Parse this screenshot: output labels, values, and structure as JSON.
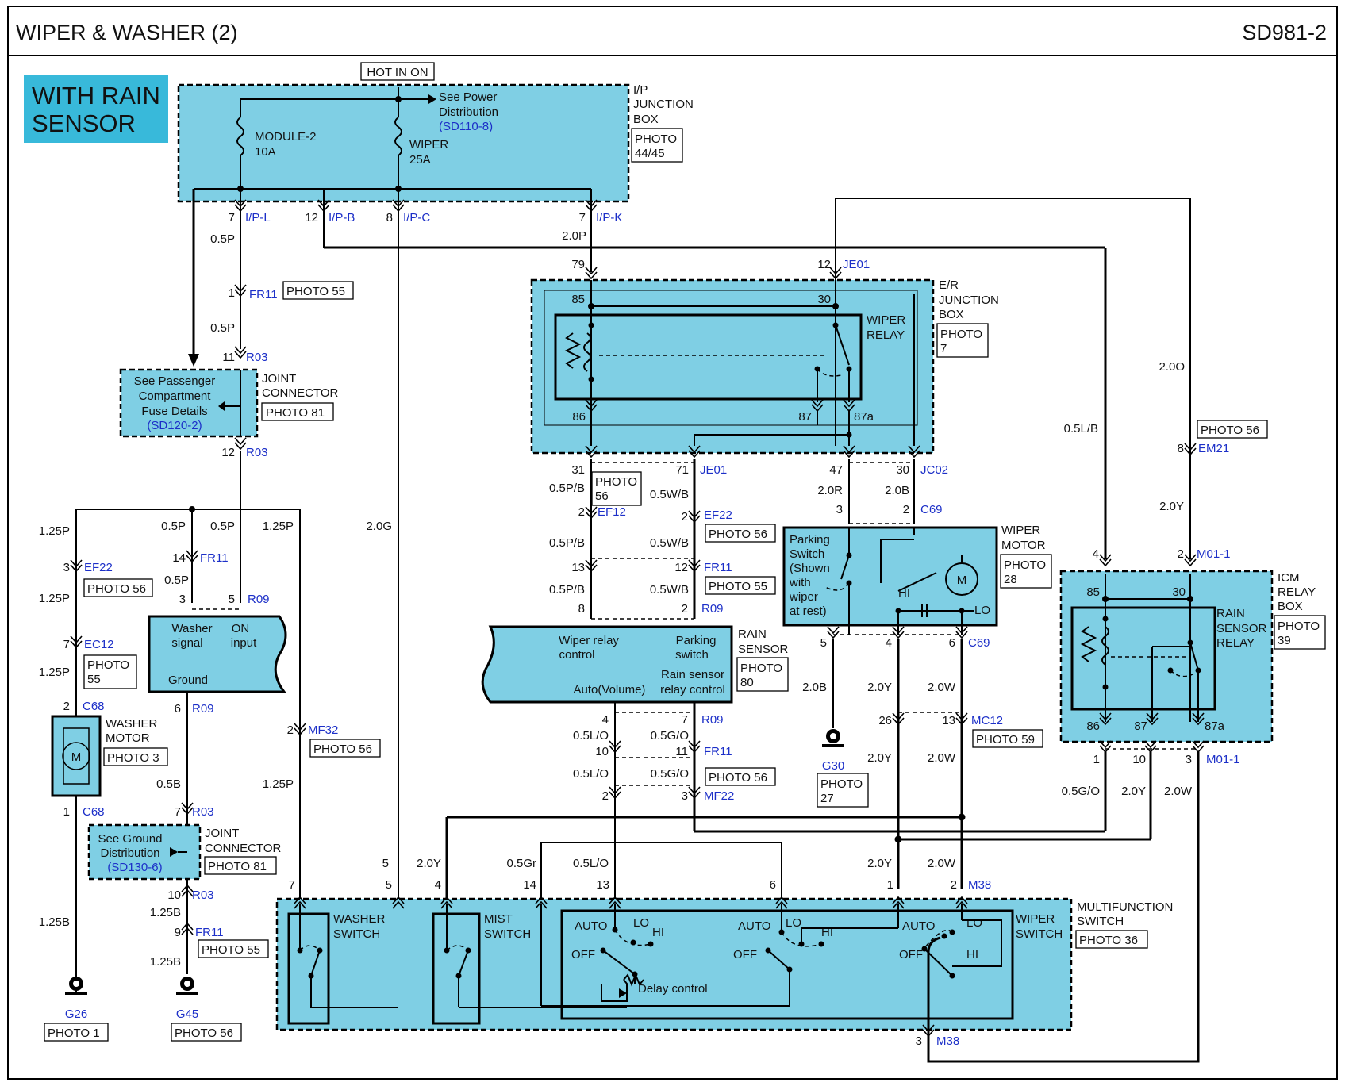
{
  "header": {
    "title": "WIPER & WASHER (2)",
    "code": "SD981-2"
  },
  "badge": {
    "line1": "WITH RAIN",
    "line2": "SENSOR"
  },
  "hot": "HOT IN ON",
  "ipbox": {
    "label": [
      "I/P",
      "JUNCTION",
      "BOX"
    ],
    "photo": [
      "PHOTO",
      "44/45"
    ],
    "see": [
      "See Power",
      "Distribution"
    ],
    "see_ref": "(SD110-8)",
    "fuse1": [
      "MODULE-2",
      "10A"
    ],
    "fuse2": [
      "WIPER",
      "25A"
    ],
    "pins": [
      {
        "num": "7",
        "conn": "I/P-L"
      },
      {
        "num": "12",
        "conn": "I/P-B"
      },
      {
        "num": "8",
        "conn": "I/P-C"
      },
      {
        "num": "7",
        "conn": "I/P-K"
      }
    ]
  },
  "erbox": {
    "label": [
      "E/R",
      "JUNCTION",
      "BOX"
    ],
    "photo": [
      "PHOTO",
      "7"
    ],
    "relay": [
      "WIPER",
      "RELAY"
    ],
    "terms": [
      "85",
      "30",
      "86",
      "87",
      "87a"
    ],
    "top_pins": [
      "79",
      "12"
    ],
    "top_conn": "JE01"
  },
  "icm": {
    "label": [
      "ICM",
      "RELAY",
      "BOX"
    ],
    "photo": [
      "PHOTO",
      "39"
    ],
    "relay": [
      "RAIN",
      "SENSOR",
      "RELAY"
    ],
    "terms": [
      "85",
      "30",
      "86",
      "87",
      "87a"
    ],
    "pins_top": [
      "4",
      "2"
    ],
    "conn_top": "M01-1",
    "pins_bottom": [
      "1",
      "10",
      "3"
    ],
    "conn_bottom": "M01-1"
  },
  "joint1": {
    "see": [
      "See Passenger",
      "Compartment",
      "Fuse Details"
    ],
    "ref": "(SD120-2)",
    "label": [
      "JOINT",
      "CONNECTOR"
    ],
    "photo": "PHOTO 81"
  },
  "joint2": {
    "see": [
      "See Ground",
      "Distribution"
    ],
    "ref": "(SD130-6)",
    "label": [
      "JOINT",
      "CONNECTOR"
    ],
    "photo": "PHOTO 81"
  },
  "washer_motor": {
    "label": [
      "WASHER",
      "MOTOR"
    ],
    "photo": "PHOTO 3",
    "m": "M"
  },
  "washer_module": {
    "signal": [
      "Washer",
      "signal"
    ],
    "on": [
      "ON",
      "input"
    ],
    "ground": "Ground"
  },
  "rain_sensor": {
    "label": [
      "RAIN",
      "SENSOR"
    ],
    "photo": [
      "PHOTO",
      "80"
    ],
    "c1": [
      "Wiper relay",
      "control"
    ],
    "c2": [
      "Parking",
      "switch"
    ],
    "c3": [
      "Rain sensor",
      "relay control"
    ],
    "c4": "Auto(Volume)"
  },
  "wiper_motor": {
    "label": [
      "WIPER",
      "MOTOR"
    ],
    "photo": [
      "PHOTO",
      "28"
    ],
    "park": [
      "Parking",
      "Switch",
      "(Shown",
      "with",
      "wiper",
      "at rest)"
    ],
    "hi": "HI",
    "lo": "LO",
    "m": "M"
  },
  "mfs": {
    "label": [
      "MULTIFUNCTION",
      "SWITCH"
    ],
    "photo": "PHOTO 36",
    "washer": [
      "WASHER",
      "SWITCH"
    ],
    "mist": [
      "MIST",
      "SWITCH"
    ],
    "wiper": [
      "WIPER",
      "SWITCH"
    ],
    "pos": [
      "AUTO",
      "LO",
      "HI",
      "OFF"
    ],
    "delay": "Delay control",
    "pins": [
      "7",
      "5",
      "4",
      "14",
      "13",
      "6",
      "1",
      "2"
    ],
    "conn": "M38",
    "bottom_pin": "3",
    "bottom_conn": "M38"
  },
  "grounds": [
    {
      "name": "G26",
      "photo": "PHOTO 1"
    },
    {
      "name": "G45",
      "photo": "PHOTO 56"
    },
    {
      "name": "G30",
      "photo": [
        "PHOTO",
        "27"
      ]
    }
  ],
  "connectors": {
    "FR11": "FR11",
    "R03": "R03",
    "R09": "R09",
    "EF22": "EF22",
    "EC12": "EC12",
    "C68": "C68",
    "MF32": "MF32",
    "EF12": "EF12",
    "JE01": "JE01",
    "JC02": "JC02",
    "C69": "C69",
    "EM21": "EM21",
    "MC12": "MC12",
    "MF22": "MF22",
    "M38": "M38"
  },
  "photos": {
    "p55": "PHOTO 55",
    "p56": "PHOTO 56",
    "p59": "PHOTO 59",
    "ph": "PHOTO",
    "n55": "55",
    "n56": "56"
  },
  "wires": {
    "w05P": "0.5P",
    "w125P": "1.25P",
    "w20G": "2.0G",
    "w20P": "2.0P",
    "w05LB": "0.5L/B",
    "w20O": "2.0O",
    "w20Y": "2.0Y",
    "w05PB": "0.5P/B",
    "w05WB": "0.5W/B",
    "w20R": "2.0R",
    "w20B": "2.0B",
    "w20W": "2.0W",
    "w05LO": "0.5L/O",
    "w05GO": "0.5G/O",
    "w05B": "0.5B",
    "w125B": "1.25B",
    "w05Gr": "0.5Gr"
  },
  "pins": {
    "p1": "1",
    "p2": "2",
    "p3": "3",
    "p4": "4",
    "p5": "5",
    "p6": "6",
    "p7": "7",
    "p8": "8",
    "p9": "9",
    "p10": "10",
    "p11": "11",
    "p12": "12",
    "p13": "13",
    "p14": "14",
    "p26": "26",
    "p30": "30",
    "p31": "31",
    "p47": "47",
    "p71": "71"
  }
}
